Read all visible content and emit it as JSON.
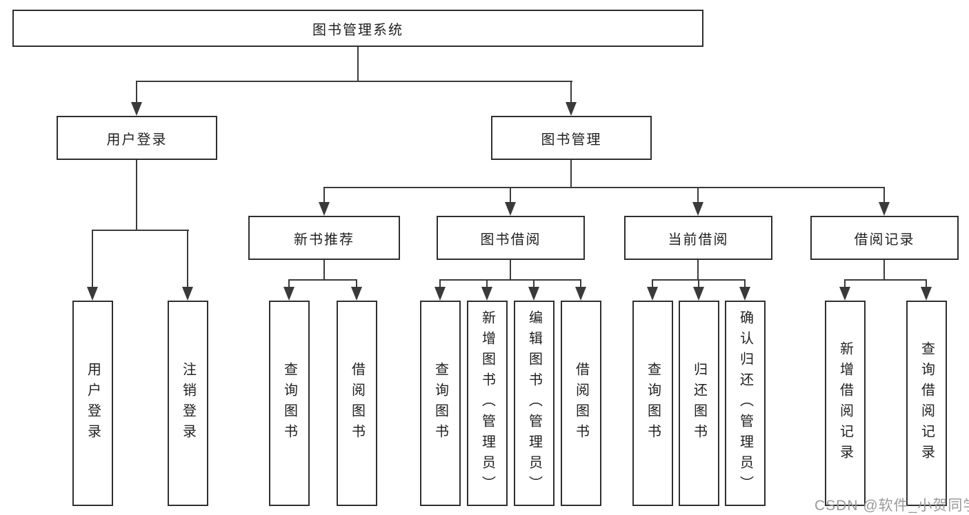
{
  "diagram": {
    "root": {
      "label": "图书管理系统"
    },
    "user_login": {
      "label": "用户登录",
      "leaves": [
        {
          "label": "用户登录"
        },
        {
          "label": "注销登录"
        }
      ]
    },
    "book_management": {
      "label": "图书管理",
      "groups": [
        {
          "label": "新书推荐",
          "leaves": [
            {
              "label": "查询图书"
            },
            {
              "label": "借阅图书"
            }
          ]
        },
        {
          "label": "图书借阅",
          "leaves": [
            {
              "label": "查询图书"
            },
            {
              "label": "新增图书（管理员）"
            },
            {
              "label": "编辑图书（管理员）"
            },
            {
              "label": "借阅图书"
            }
          ]
        },
        {
          "label": "当前借阅",
          "leaves": [
            {
              "label": "查询图书"
            },
            {
              "label": "归还图书"
            },
            {
              "label": "确认归还（管理员）"
            }
          ]
        },
        {
          "label": "借阅记录",
          "leaves": [
            {
              "label": "新增借阅记录"
            },
            {
              "label": "查询借阅记录"
            }
          ]
        }
      ]
    }
  },
  "watermark": {
    "text": "CSDN @软件_小贺同学",
    "color": "#9a9a9a"
  },
  "colors": {
    "line": "#3a3a3a",
    "border": "#2e2e2e",
    "text": "#1f1f1f",
    "bg": "#ffffff"
  }
}
